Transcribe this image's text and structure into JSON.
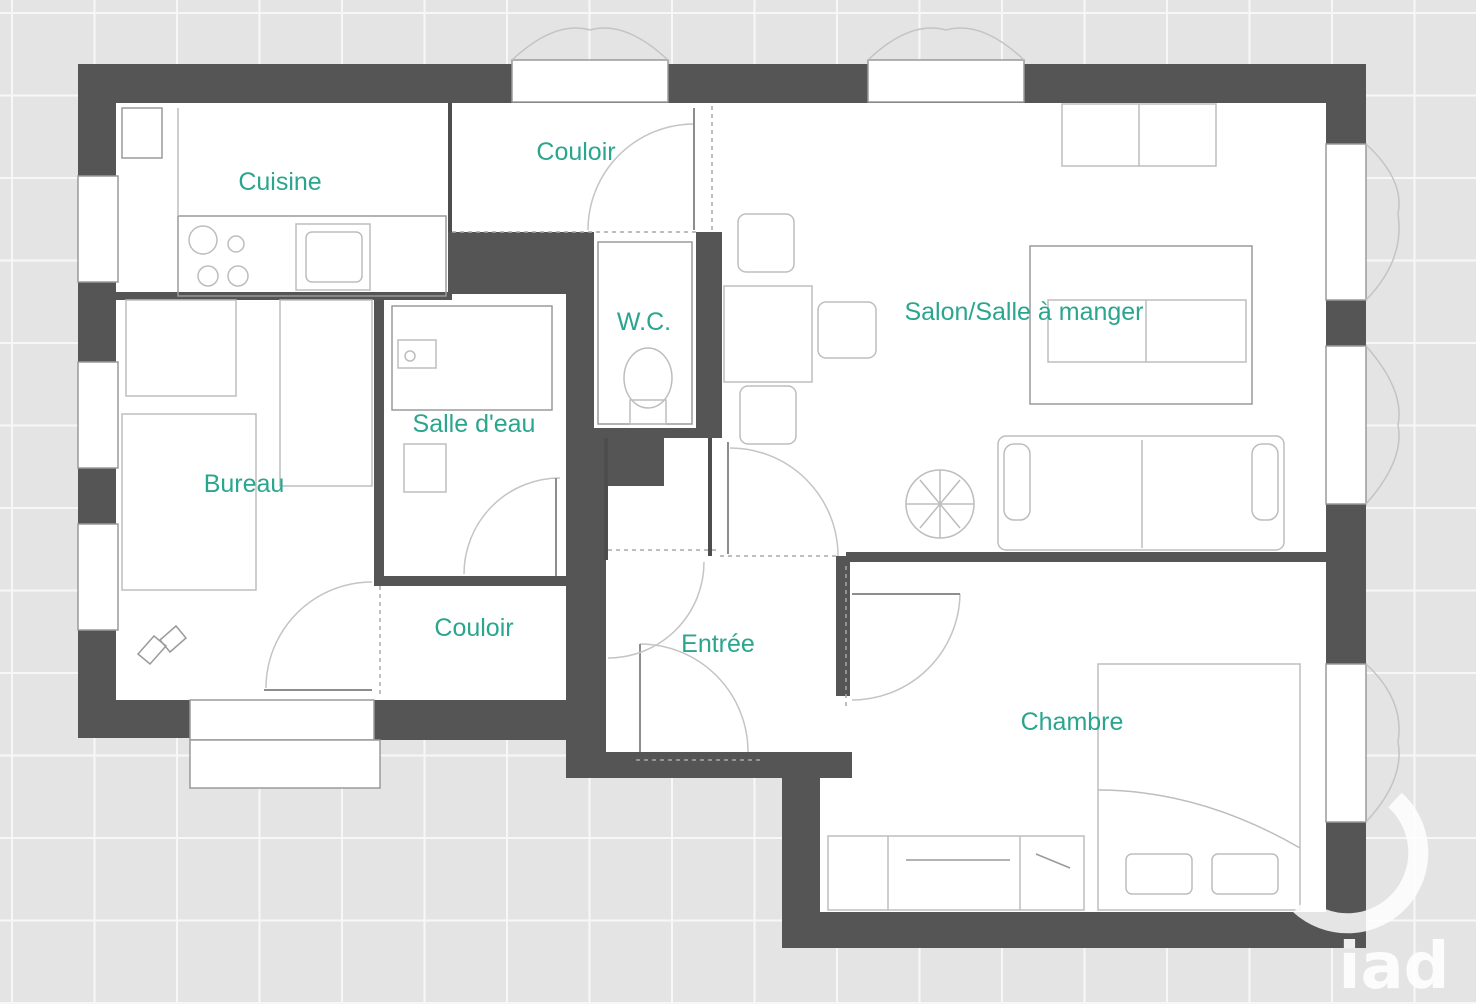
{
  "rooms": {
    "cuisine": "Cuisine",
    "couloir_top": "Couloir",
    "wc": "W.C.",
    "salon": "Salon/Salle à manger",
    "salle_eau": "Salle d'eau",
    "bureau": "Bureau",
    "couloir_mid": "Couloir",
    "entree": "Entrée",
    "chambre": "Chambre"
  },
  "watermark": {
    "text": "iad"
  },
  "colors": {
    "wall": "#555555",
    "label": "#2aa58e",
    "floor": "#ffffff",
    "background": "#e4e4e4"
  }
}
